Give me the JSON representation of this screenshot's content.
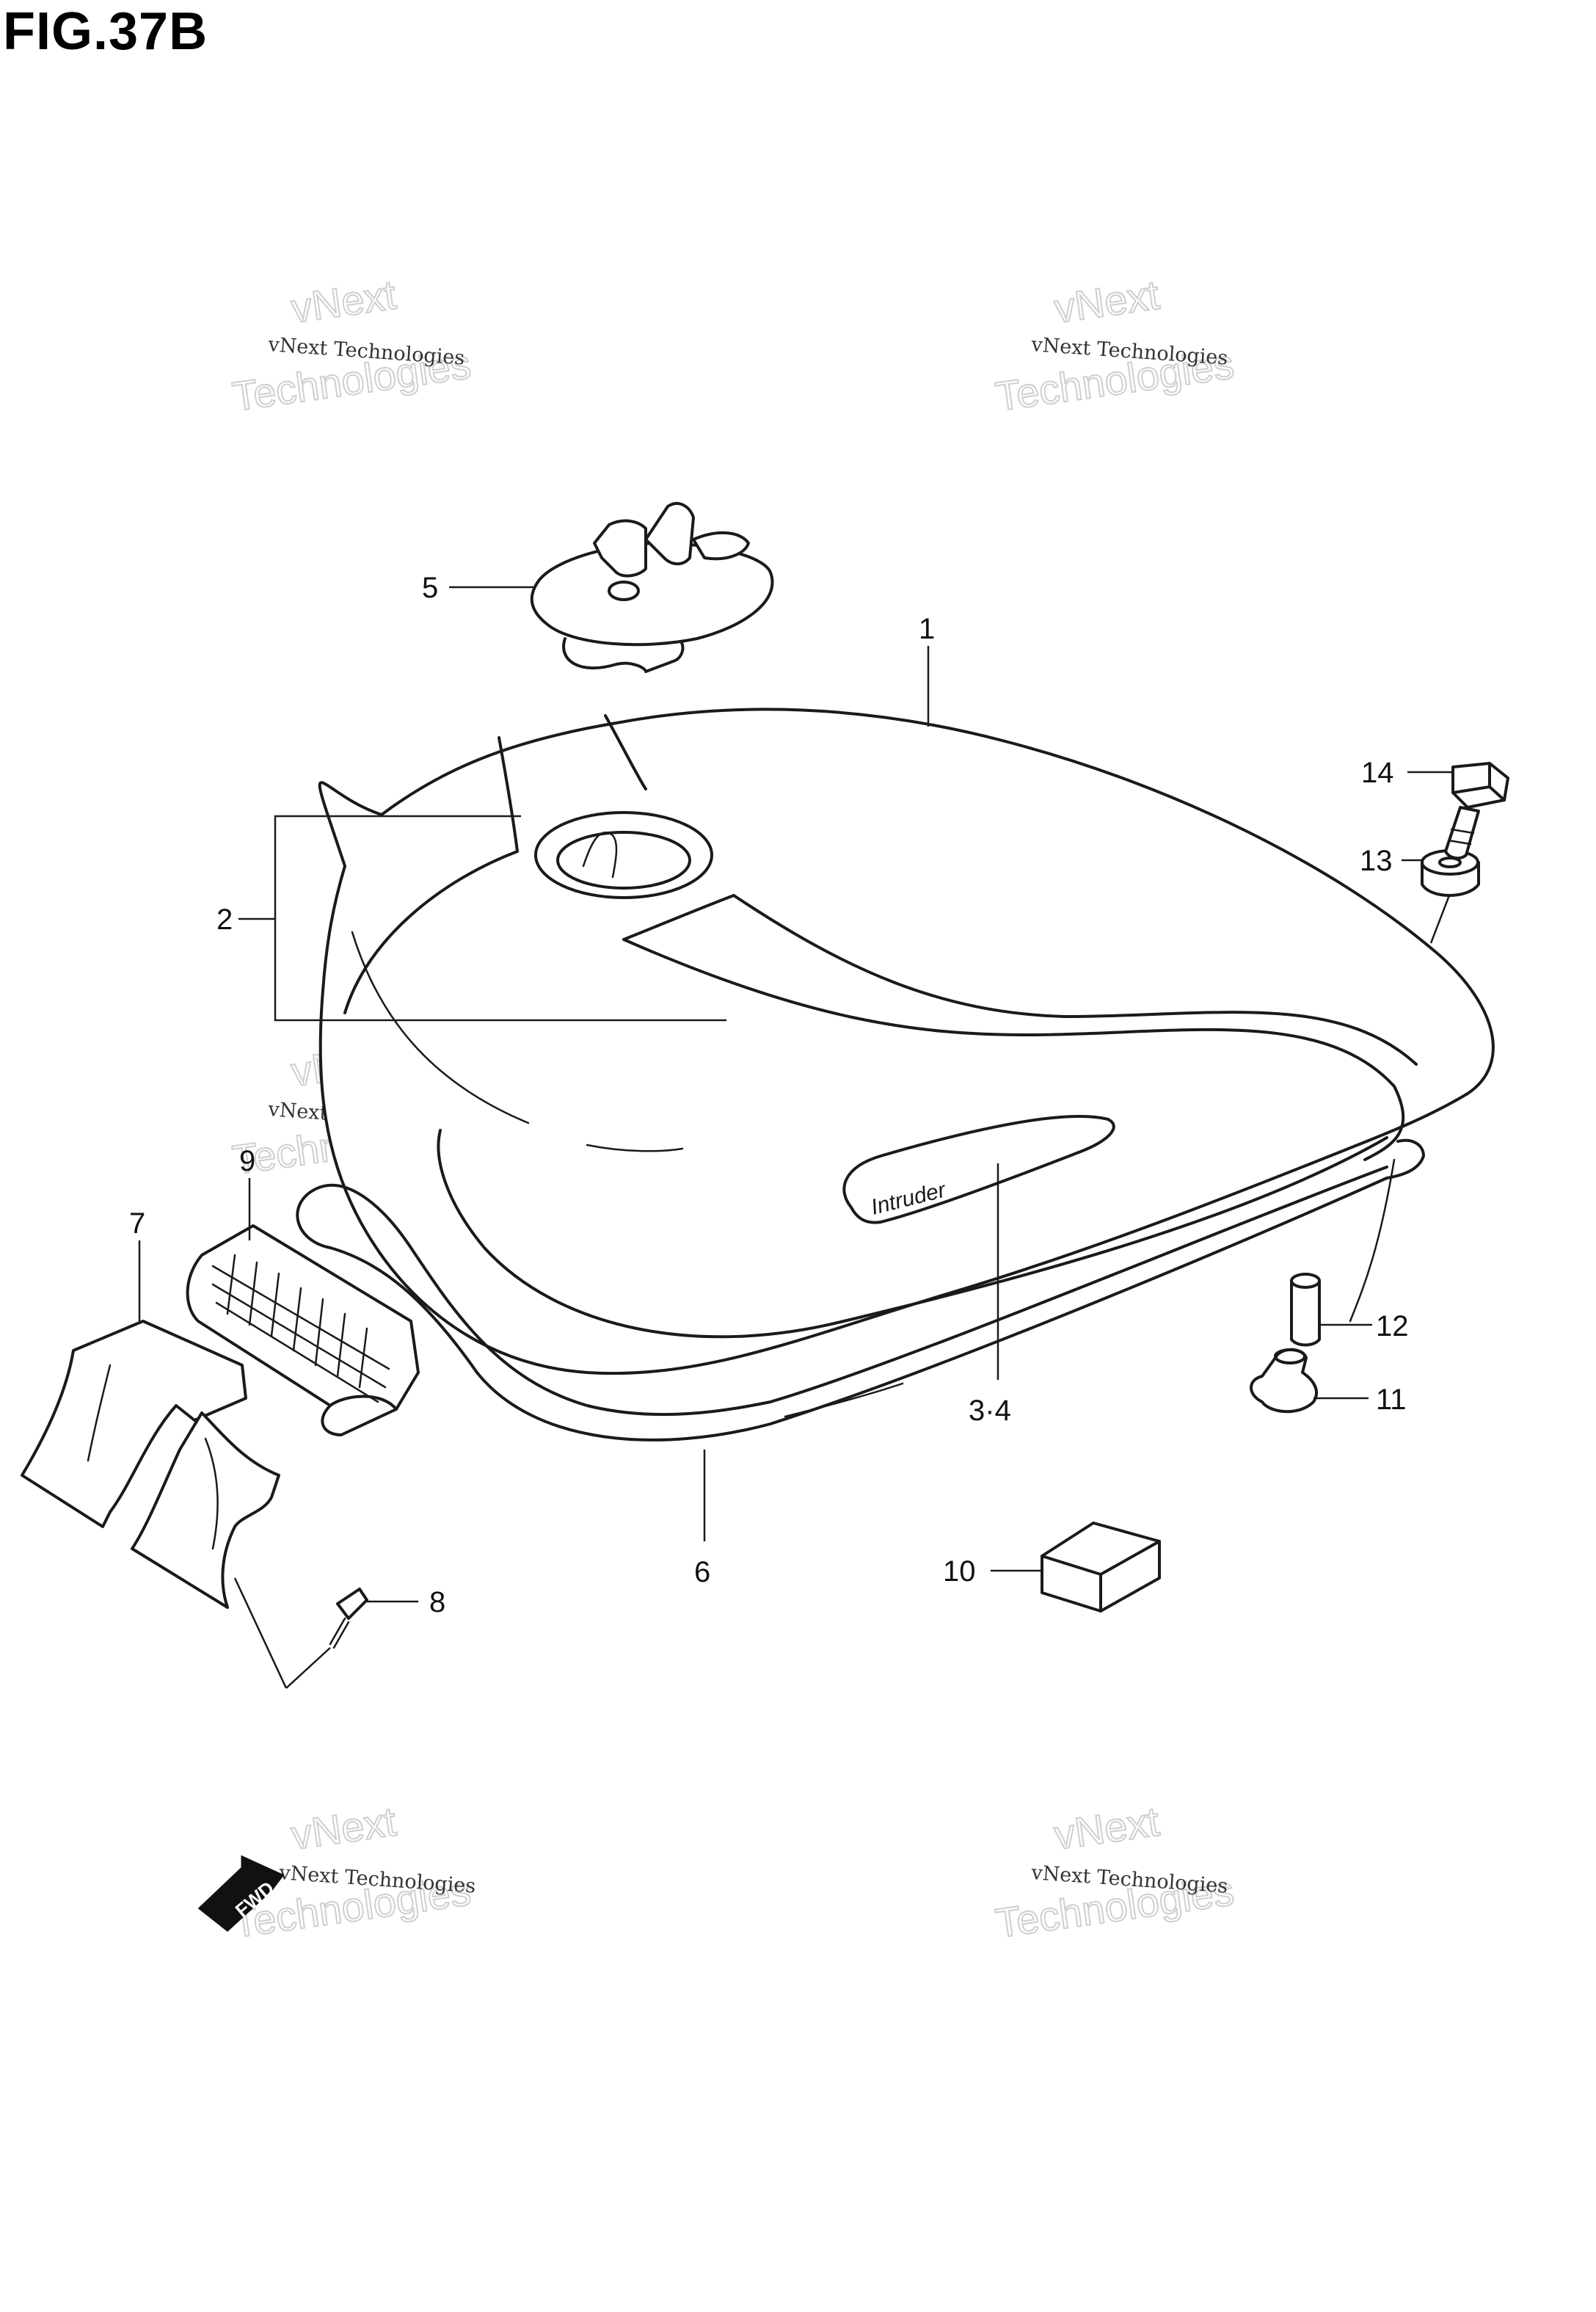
{
  "figure": {
    "title": "FIG.37B"
  },
  "callouts": [
    {
      "id": "c1",
      "label": "1",
      "part": "fuel-tank"
    },
    {
      "id": "c2",
      "label": "2",
      "part": "tank-stripe"
    },
    {
      "id": "c34",
      "label": "3·4",
      "part": "emblem"
    },
    {
      "id": "c5",
      "label": "5",
      "part": "fuel-cap"
    },
    {
      "id": "c6",
      "label": "6",
      "part": "cushion-strip"
    },
    {
      "id": "c7",
      "label": "7",
      "part": "mount-bracket"
    },
    {
      "id": "c8",
      "label": "8",
      "part": "screw"
    },
    {
      "id": "c9",
      "label": "9",
      "part": "grommet"
    },
    {
      "id": "c10",
      "label": "10",
      "part": "pad"
    },
    {
      "id": "c11",
      "label": "11",
      "part": "cushion"
    },
    {
      "id": "c12",
      "label": "12",
      "part": "spacer"
    },
    {
      "id": "c13",
      "label": "13",
      "part": "washer"
    },
    {
      "id": "c14",
      "label": "14",
      "part": "bolt"
    }
  ],
  "emblem_text": "Intruder",
  "fwd_marker": "FWD",
  "watermarks": [
    {
      "line1": "vNext Technologies",
      "line2": "vNext",
      "line3": "Technologies"
    }
  ]
}
